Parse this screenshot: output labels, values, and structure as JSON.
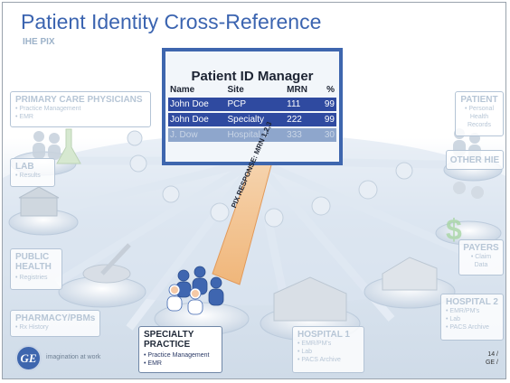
{
  "title": "Patient Identity Cross-Reference",
  "subtitle": "IHE PIX",
  "manager": {
    "title": "Patient ID Manager",
    "headers": [
      "Name",
      "Site",
      "MRN",
      "%"
    ],
    "rows": [
      [
        "John Doe",
        "PCP",
        "111",
        "99"
      ],
      [
        "John Doe",
        "Specialty",
        "222",
        "99"
      ],
      [
        "J. Dow",
        "Hospital 1",
        "333",
        "30"
      ]
    ]
  },
  "arrow_label": "PIX RESPONSE: MRN 1,2,3",
  "boxes": {
    "pcp": {
      "heading": "PRIMARY CARE PHYSICIANS",
      "items": [
        "• Practice Management",
        "• EMR"
      ]
    },
    "lab": {
      "heading": "LAB",
      "items": [
        "• Results"
      ]
    },
    "public_health": {
      "heading": [
        "PUBLIC",
        "HEALTH"
      ],
      "items": [
        "• Registries"
      ]
    },
    "pharmacy": {
      "heading": "PHARMACY/PBMs",
      "items": [
        "• Rx History"
      ]
    },
    "specialty": {
      "heading": [
        "SPECIALTY",
        "PRACTICE"
      ],
      "items": [
        "• Practice Management",
        "• EMR"
      ]
    },
    "hospital1": {
      "heading": "HOSPITAL 1",
      "items": [
        "• EMR/PM's",
        "• Lab",
        "• PACS Archive"
      ]
    },
    "hospital2": {
      "heading": "HOSPITAL 2",
      "items": [
        "• EMR/PM's",
        "• Lab",
        "• PACS Archive"
      ]
    },
    "payers": {
      "heading": "PAYERS",
      "items": [
        "• Claim",
        "Data"
      ]
    },
    "other_hie": {
      "heading": "OTHER HIE"
    },
    "patient": {
      "heading": "PATIENT",
      "items": [
        "• Personal",
        "Health",
        "Records"
      ]
    }
  },
  "footer": {
    "logo": "GE",
    "tagline": "imagination at work",
    "page": "14 /",
    "page2": "GE /"
  },
  "colors": {
    "title": "#3b64b0",
    "manager_border": "#3e66ae",
    "row_highlight": "#2f4aa0",
    "arrow": "#f0b67a"
  }
}
